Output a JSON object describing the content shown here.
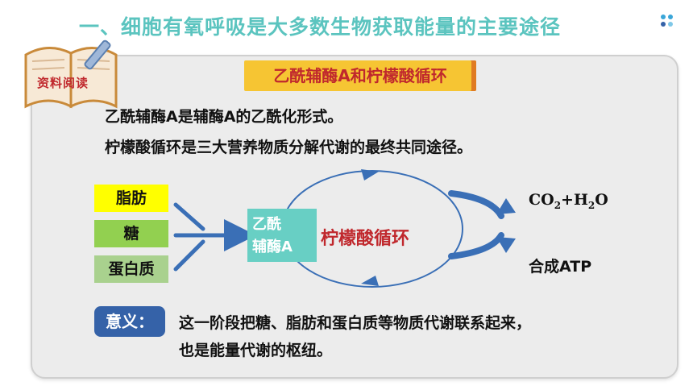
{
  "title": "一、细胞有氧呼吸是大多数生物获取能量的主要途径",
  "badge": "资料阅读",
  "heading": "乙酰辅酶A和柠檬酸循环",
  "desc": [
    "乙酰辅酶A是辅酶A的乙酰化形式。",
    "柠檬酸循环是三大营养物质分解代谢的最终共同途径。"
  ],
  "nutrients": [
    {
      "label": "脂肪",
      "color": "#ffff00"
    },
    {
      "label": "糖",
      "color": "#92d050"
    },
    {
      "label": "蛋白质",
      "color": "#a9d18e"
    }
  ],
  "acetyl": {
    "line1": "乙酰",
    "line2": "辅酶A"
  },
  "cycle_label": "柠檬酸循环",
  "outputs": {
    "co2": {
      "a": "CO",
      "b": "2",
      "c": "+H",
      "d": "2",
      "e": "O"
    },
    "atp": "合成ATP"
  },
  "significance": {
    "label": "意义：",
    "line1": "这一阶段把糖、脂肪和蛋白质等物质代谢联系起来，",
    "line2": "也是能量代谢的枢纽。"
  },
  "colors": {
    "title": "#5bc4bf",
    "accent_red": "#c0282d",
    "arrow_blue": "#3a6fb6",
    "acetyl_box": "#68cfc4",
    "heading_bg": "#f6c533",
    "badge_blue": "#3562a8"
  },
  "icons": {
    "decor": "dots-icon",
    "book": "open-book-icon"
  }
}
